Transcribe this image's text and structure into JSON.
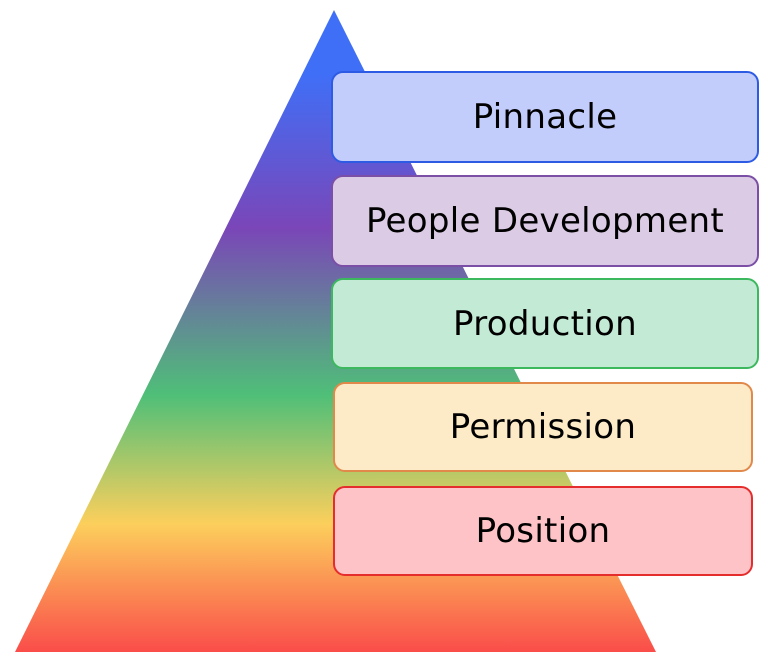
{
  "diagram": {
    "type": "pyramid",
    "levels": [
      {
        "label": "Pinnacle",
        "fill": "#c3cdfb",
        "border": "#2d5be3"
      },
      {
        "label": "People Development",
        "fill": "#dccbe5",
        "border": "#7b4fa6"
      },
      {
        "label": "Production",
        "fill": "#c3ead5",
        "border": "#3cb85f"
      },
      {
        "label": "Permission",
        "fill": "#fdebc8",
        "border": "#e0894a"
      },
      {
        "label": "Position",
        "fill": "#fdc3c6",
        "border": "#e52d2d"
      }
    ],
    "gradient_colors": [
      "#3f6ff7",
      "#7a46b8",
      "#4fbf78",
      "#fccf5c",
      "#fa4d4a"
    ]
  }
}
